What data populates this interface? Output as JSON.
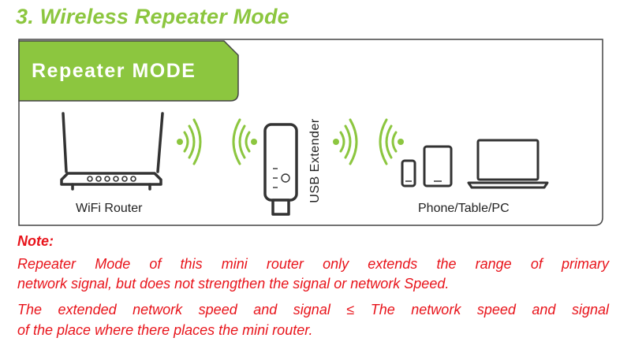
{
  "page": {
    "title": "3. Wireless Repeater Mode"
  },
  "diagram": {
    "mode_label": "Repeater MODE",
    "router_caption": "WiFi Router",
    "extender_caption": "USB Extender",
    "devices_caption": "Phone/Table/PC",
    "icons": [
      "wifi-router-icon",
      "wifi-signal-icon",
      "usb-extender-icon",
      "phone-icon",
      "tablet-icon",
      "laptop-icon"
    ],
    "colors": {
      "accent_green": "#8cc63f",
      "note_red": "#e8141b",
      "outline": "#333333"
    }
  },
  "note": {
    "heading": "Note:",
    "line1": "Repeater Mode of this mini router only extends the range of primary",
    "line2": "network signal, but does not strengthen the signal or network Speed.",
    "line3": "The extended network speed and signal  ≤  The network speed and signal",
    "line4": "of the place where there places the mini router."
  }
}
